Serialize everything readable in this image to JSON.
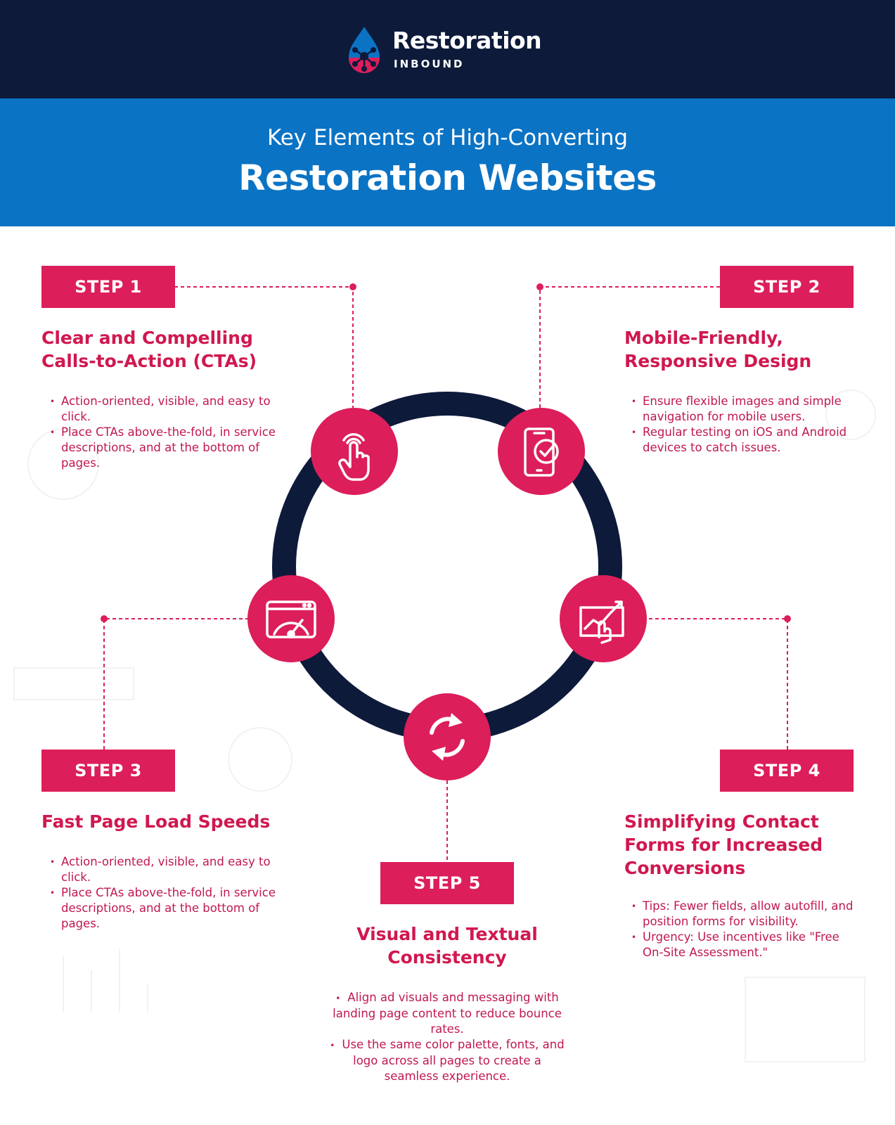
{
  "brand": {
    "name": "Restoration",
    "sub": "INBOUND",
    "logo_icon": "water-drop-network-icon"
  },
  "title": {
    "line1": "Key Elements of High-Converting",
    "line2": "Restoration Websites"
  },
  "colors": {
    "navy": "#0d1a3a",
    "blue": "#0b73c4",
    "accent": "#dc1e5a"
  },
  "steps": [
    {
      "badge": "STEP 1",
      "heading": [
        "Clear and Compelling",
        "Calls-to-Action (CTAs)"
      ],
      "icon": "hand-tap-icon",
      "bullets": [
        "Action-oriented, visible, and easy to click.",
        "Place CTAs above-the-fold, in service descriptions, and at the bottom of pages."
      ]
    },
    {
      "badge": "STEP 2",
      "heading": [
        "Mobile-Friendly,",
        "Responsive Design"
      ],
      "icon": "mobile-check-icon",
      "bullets": [
        "Ensure flexible images and simple navigation for mobile users.",
        "Regular testing on iOS and Android devices to catch issues."
      ]
    },
    {
      "badge": "STEP 3",
      "heading": [
        "Fast Page Load Speeds"
      ],
      "icon": "speedometer-browser-icon",
      "bullets": [
        "Action-oriented, visible, and easy to click.",
        "Place CTAs above-the-fold, in service descriptions, and at the bottom of pages."
      ]
    },
    {
      "badge": "STEP 4",
      "heading": [
        "Simplifying Contact",
        "Forms for Increased",
        "Conversions"
      ],
      "icon": "touchscreen-growth-icon",
      "bullets": [
        "Tips: Fewer fields, allow autofill, and position forms for visibility.",
        "Urgency: Use incentives like \"Free On-Site Assessment.\""
      ]
    },
    {
      "badge": "STEP 5",
      "heading": [
        "Visual and Textual",
        "Consistency"
      ],
      "icon": "refresh-cycle-icon",
      "bullets": [
        "Align ad visuals and messaging with landing page content to reduce bounce rates.",
        "Use the same color palette, fonts, and logo across all pages to create a seamless experience."
      ]
    }
  ]
}
